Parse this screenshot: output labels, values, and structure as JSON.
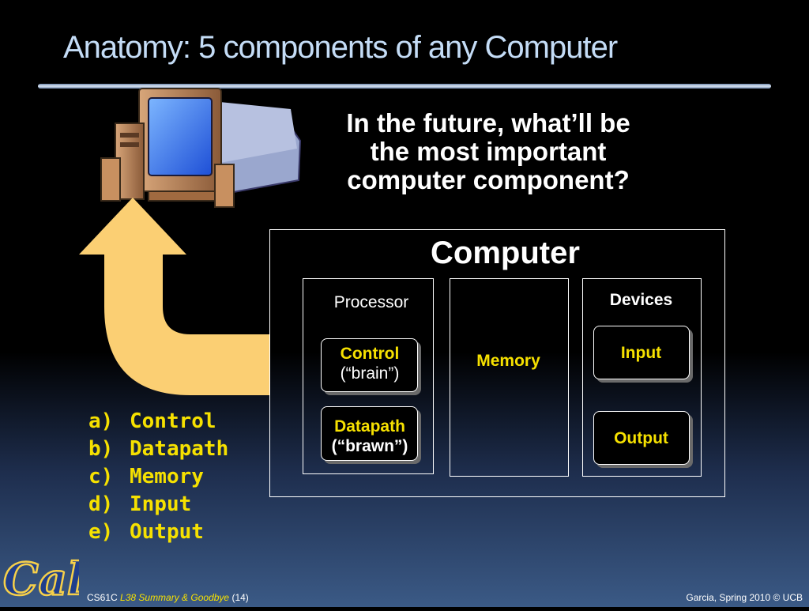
{
  "slide": {
    "title": "Anatomy: 5 components of any Computer",
    "question": "In the future, what’ll be the most important computer component?",
    "computer_label": "Computer",
    "processor_label": "Processor",
    "memory_label": "Memory",
    "devices_label": "Devices",
    "control_label": "Control",
    "control_sub": "(“brain”)",
    "datapath_label": "Datapath",
    "datapath_sub": "(“brawn”)",
    "input_label": "Input",
    "output_label": "Output",
    "choices": [
      {
        "letter": "a)",
        "text": "Control"
      },
      {
        "letter": "b)",
        "text": "Datapath"
      },
      {
        "letter": "c)",
        "text": "Memory"
      },
      {
        "letter": "d)",
        "text": "Input"
      },
      {
        "letter": "e)",
        "text": "Output"
      }
    ]
  },
  "footer": {
    "course": "CS61C",
    "lecture": "L38 Summary & Goodbye",
    "page": "(14)",
    "credit": "Garcia, Spring 2010 © UCB"
  },
  "logo": {
    "text": "Cal"
  },
  "icons": {
    "computer": "desktop-computer-icon",
    "arrow": "up-arrow-icon"
  },
  "colors": {
    "title": "#c4dcf6",
    "highlight": "#f6e100",
    "arrow": "#fbcf73",
    "background": "#000000"
  }
}
